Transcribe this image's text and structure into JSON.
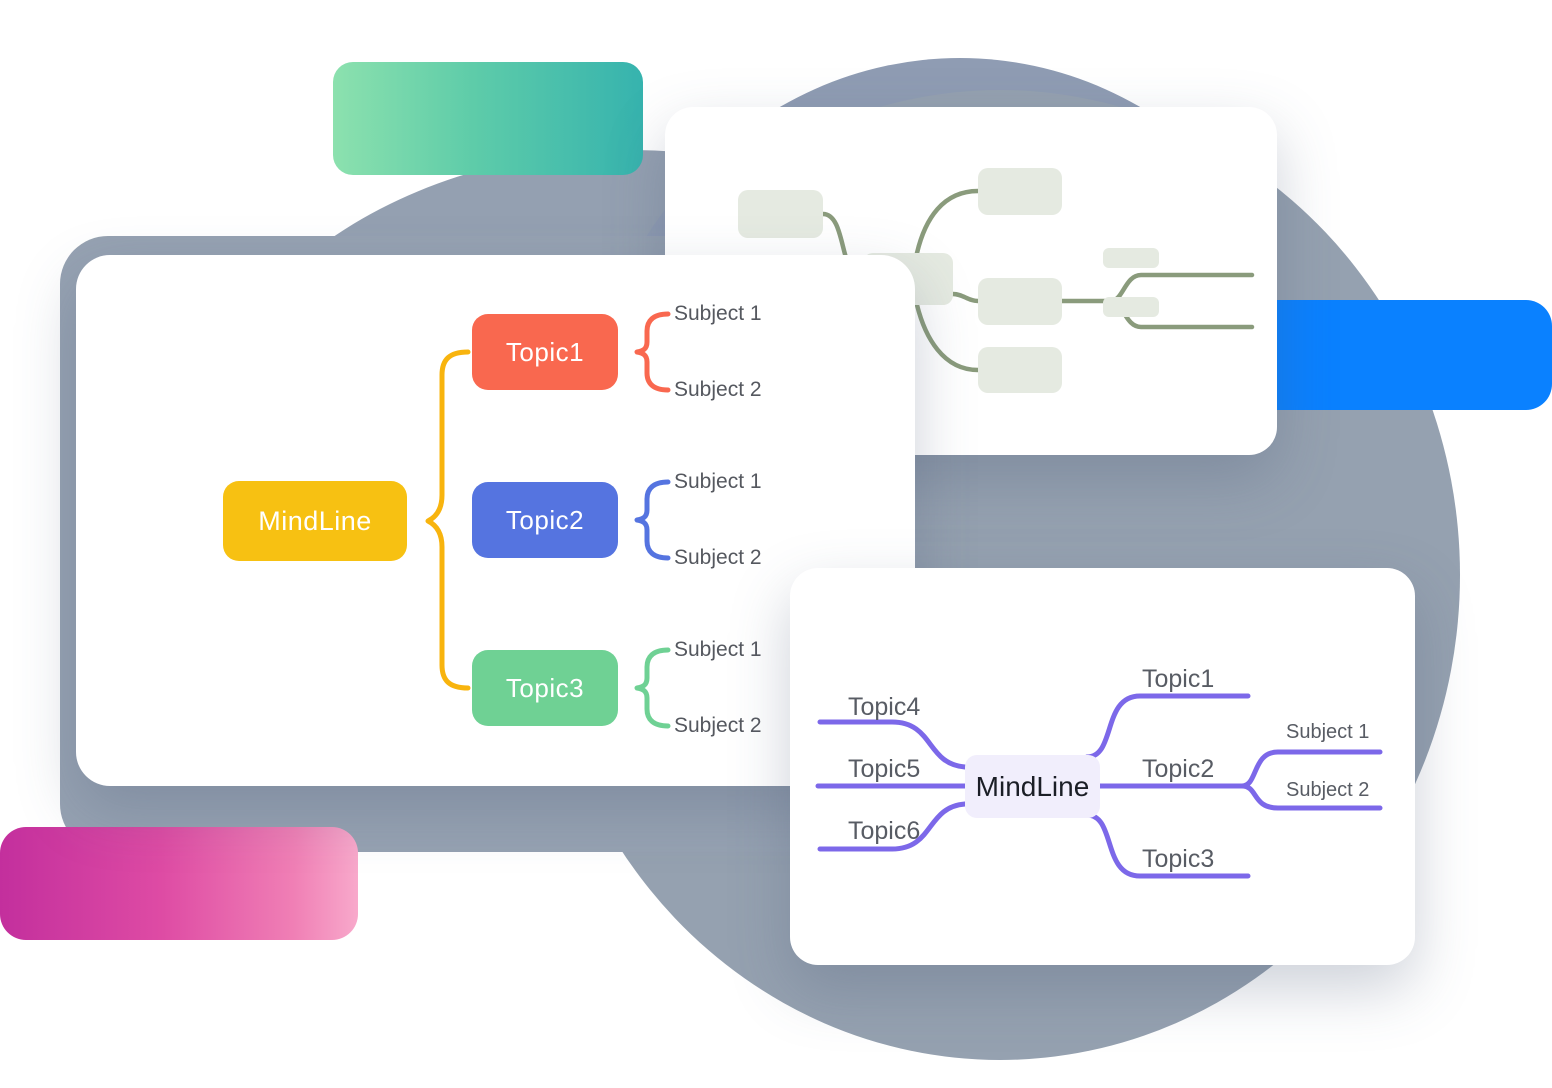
{
  "palette": {
    "blob": "#93A0B1",
    "teal_bar_start": "#8CE1AE",
    "teal_bar_end": "#36B3AE",
    "blue_bar": "#0A81FF",
    "pink_bar_start": "#C32F9D",
    "pink_bar_end": "#F8A9CB",
    "root_yellow": "#F7C112",
    "brace_yellow": "#F8B40E",
    "topic_red": "#F9684F",
    "topic_blue": "#5574E0",
    "topic_green": "#6FD194",
    "purple_line": "#7C68E9",
    "purple_node_bg": "#F1EEFC",
    "sketch_node_fill": "#E5EAE1",
    "sketch_line": "#8A9B7C",
    "label_gray": "#55585F"
  },
  "left_card": {
    "root": "MindLine",
    "root_color": "#F7C112",
    "topics": [
      {
        "label": "Topic1",
        "color": "#F9684F",
        "subjects": [
          "Subject 1",
          "Subject 2"
        ]
      },
      {
        "label": "Topic2",
        "color": "#5574E0",
        "subjects": [
          "Subject 1",
          "Subject 2"
        ]
      },
      {
        "label": "Topic3",
        "color": "#6FD194",
        "subjects": [
          "Subject 1",
          "Subject 2"
        ]
      }
    ]
  },
  "radial_card": {
    "root": "MindLine",
    "left_topics": [
      "Topic4",
      "Topic5",
      "Topic6"
    ],
    "right_topics": [
      "Topic1",
      "Topic2",
      "Topic3"
    ],
    "subjects": [
      "Subject 1",
      "Subject 2"
    ]
  }
}
